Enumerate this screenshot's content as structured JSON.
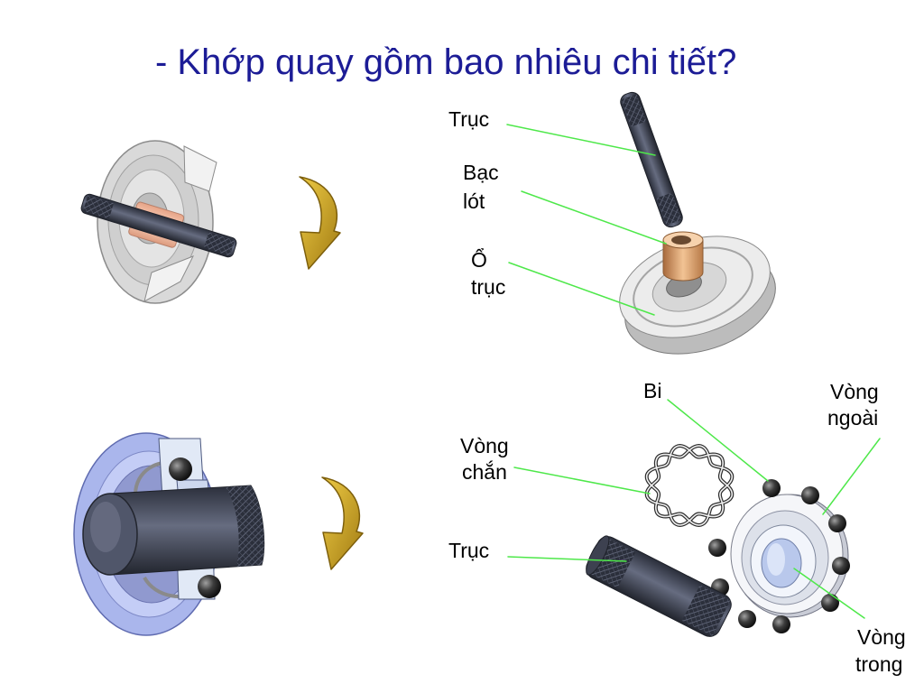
{
  "title": "- Khớp quay gồm bao nhiêu chi tiết?",
  "plain_bearing_labels": {
    "shaft": "Trục",
    "bushing": [
      "Bạc",
      "lót"
    ],
    "housing": [
      "Ổ",
      "trục"
    ]
  },
  "ball_bearing_labels": {
    "ball": "Bi",
    "outer_ring": [
      "Vòng",
      "ngoài"
    ],
    "cage": [
      "Vòng",
      "chắn"
    ],
    "shaft": "Trục",
    "inner_ring": [
      "Vòng",
      "trong"
    ]
  },
  "colors": {
    "title": "#1c1c96",
    "leader_line": "#4ee84a",
    "arrow_light": "#eecb45",
    "arrow_dark": "#a07a12"
  }
}
